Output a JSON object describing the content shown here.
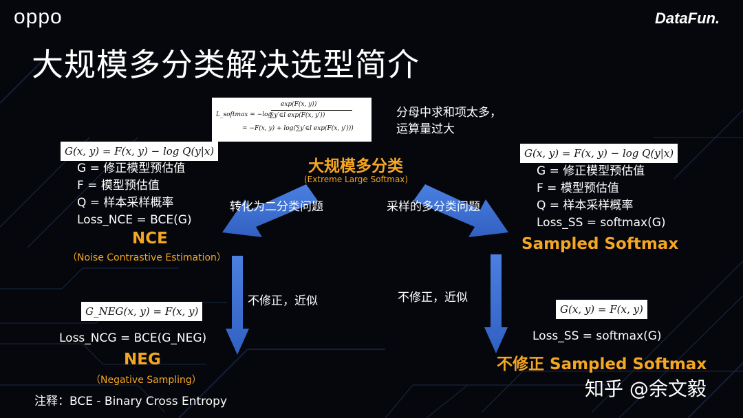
{
  "header": {
    "brand_left": "oppo",
    "brand_right": "DataFun.",
    "title": "大规模多分类解决选型简介"
  },
  "softmax_formula": {
    "line1_left": "L_softmax = −log",
    "line1_num": "exp(F(x, y))",
    "line1_den": "∑y′∈l exp(F(x, y′))",
    "line2": "= −F(x, y) + log(∑y′∈l exp(F(x, y′)))"
  },
  "note_top": {
    "line1": "分母中求和项太多，",
    "line2": "运算量过大"
  },
  "center": {
    "title": "大规模多分类",
    "subtitle": "(Extreme Large Softmax)"
  },
  "left_branch": {
    "formula": "G(x, y) = F(x, y) − log Q(y|x)",
    "lines": [
      "G = 修正模型预估值",
      "F =  模型预估值",
      "Q = 样本采样概率",
      "Loss_NCE = BCE(G)"
    ],
    "arrow_label": "转化为二分类问题",
    "name": "NCE",
    "full_name": "（Noise Contrastive Estimation）",
    "down_label": "不修正，近似"
  },
  "right_branch": {
    "formula": "G(x, y) = F(x, y) − log Q(y|x)",
    "lines": [
      "G = 修正模型预估值",
      "F =  模型预估值",
      "Q = 样本采样概率",
      "Loss_SS = softmax(G)"
    ],
    "arrow_label": "采样的多分类问题",
    "name": "Sampled Softmax",
    "down_label": "不修正，近似"
  },
  "neg": {
    "formula": "G_NEG(x, y) = F(x, y)",
    "loss": "Loss_NCG = BCE(G_NEG)",
    "name": "NEG",
    "full_name": "（Negative Sampling）"
  },
  "ss_uncorrected": {
    "formula": "G(x, y) = F(x, y)",
    "loss": "Loss_SS = softmax(G)",
    "name": "不修正 Sampled Softmax"
  },
  "footnote": "注释：BCE - Binary Cross Entropy",
  "watermark": "知乎 @余文毅",
  "colors": {
    "accent": "#f5a623",
    "arrow": "#3a6fd1",
    "background": "#05070c"
  }
}
